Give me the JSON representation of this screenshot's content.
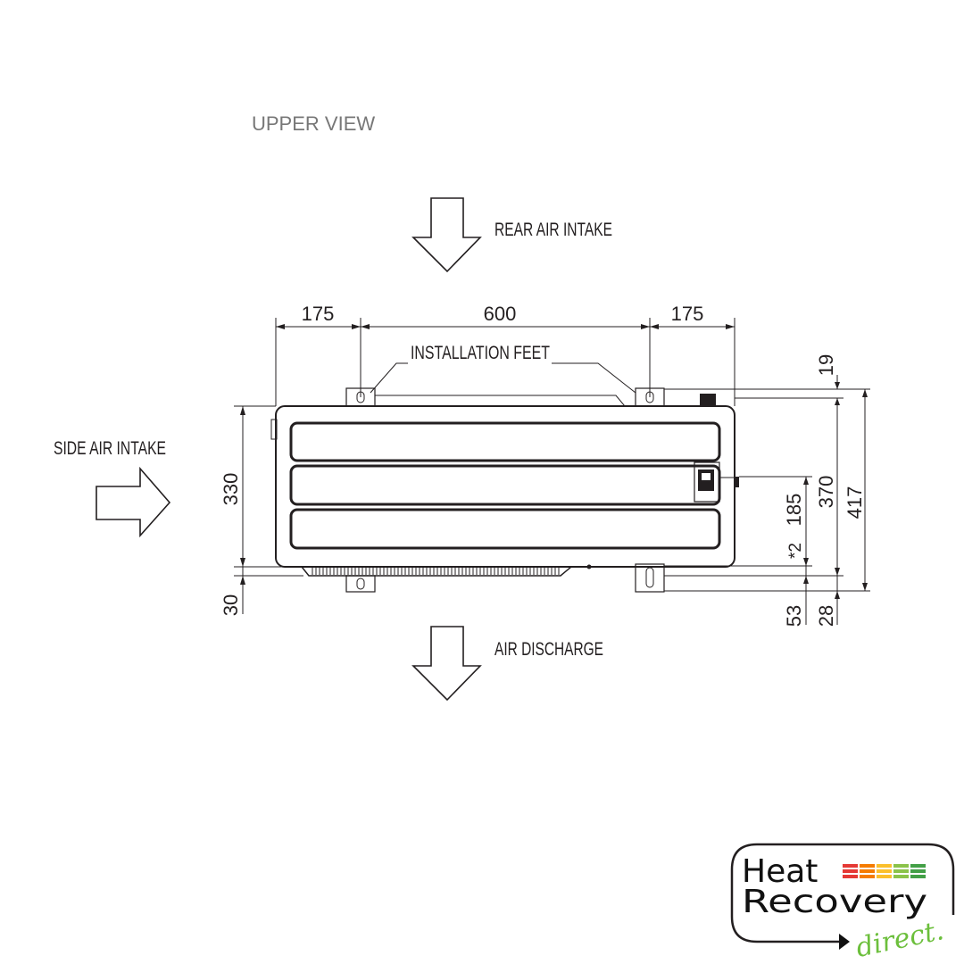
{
  "view_title": "UPPER VIEW",
  "labels": {
    "rear_air_intake": "REAR AIR INTAKE",
    "side_air_intake": "SIDE AIR INTAKE",
    "air_discharge": "AIR DISCHARGE",
    "installation_feet": "INSTALLATION FEET"
  },
  "dimensions": {
    "top_left": "175",
    "top_middle": "600",
    "top_right": "175",
    "left_height": "330",
    "left_bottom": "30",
    "right_19": "19",
    "right_185": "185",
    "right_star2": "*2",
    "right_370": "370",
    "right_417": "417",
    "right_53": "53",
    "right_28": "28"
  },
  "logo": {
    "line1": "Heat",
    "line2": "Recovery",
    "line3": "direct.",
    "bar_colors": [
      "#e53935",
      "#f57c00",
      "#fbc02d",
      "#8bc34a",
      "#43a047"
    ]
  }
}
